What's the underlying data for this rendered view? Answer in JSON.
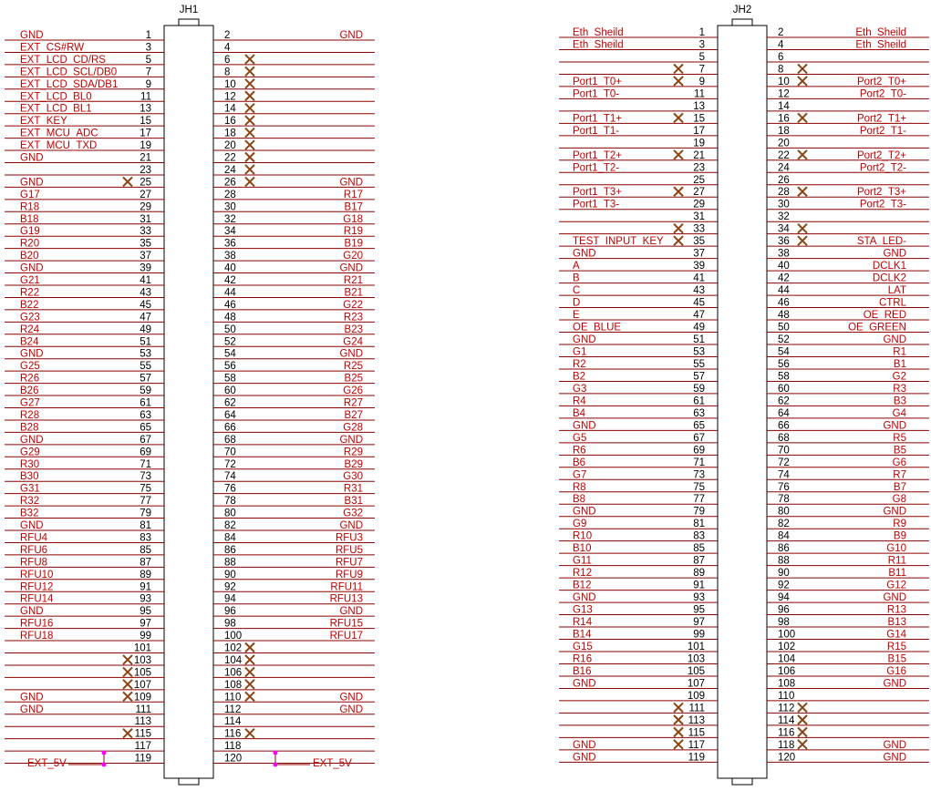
{
  "connectors": [
    {
      "ref": "JH1",
      "left": [
        {
          "pin": "1",
          "net": "GND",
          "netpos": "far"
        },
        {
          "pin": "3",
          "net": "EXT_CS#RW",
          "netpos": "far"
        },
        {
          "pin": "5",
          "net": "EXT_LCD_CD/RS",
          "netpos": "far"
        },
        {
          "pin": "7",
          "net": "EXT_LCD_SCL/DB0",
          "netpos": "far"
        },
        {
          "pin": "9",
          "net": "EXT_LCD_SDA/DB1",
          "netpos": "far"
        },
        {
          "pin": "11",
          "net": "EXT_LCD_BL0",
          "netpos": "far"
        },
        {
          "pin": "13",
          "net": "EXT_LCD_BL1",
          "netpos": "far"
        },
        {
          "pin": "15",
          "net": "EXT_KEY",
          "netpos": "far"
        },
        {
          "pin": "17",
          "net": "EXT_MCU_ADC",
          "netpos": "far"
        },
        {
          "pin": "19",
          "net": "EXT_MCU_TXD",
          "netpos": "far"
        },
        {
          "pin": "21",
          "net": "GND",
          "netpos": "far"
        },
        {
          "pin": "23",
          "net": "",
          "nc": false
        },
        {
          "pin": "25",
          "net": "GND",
          "nc": true
        },
        {
          "pin": "27",
          "net": "G17"
        },
        {
          "pin": "29",
          "net": "R18"
        },
        {
          "pin": "31",
          "net": "B18"
        },
        {
          "pin": "33",
          "net": "G19"
        },
        {
          "pin": "35",
          "net": "R20"
        },
        {
          "pin": "37",
          "net": "B20"
        },
        {
          "pin": "39",
          "net": "GND"
        },
        {
          "pin": "41",
          "net": "G21"
        },
        {
          "pin": "43",
          "net": "R22"
        },
        {
          "pin": "45",
          "net": "B22"
        },
        {
          "pin": "47",
          "net": "G23"
        },
        {
          "pin": "49",
          "net": "R24"
        },
        {
          "pin": "51",
          "net": "B24"
        },
        {
          "pin": "53",
          "net": "GND"
        },
        {
          "pin": "55",
          "net": "G25"
        },
        {
          "pin": "57",
          "net": "R26"
        },
        {
          "pin": "59",
          "net": "B26"
        },
        {
          "pin": "61",
          "net": "G27"
        },
        {
          "pin": "63",
          "net": "R28"
        },
        {
          "pin": "65",
          "net": "B28"
        },
        {
          "pin": "67",
          "net": "GND"
        },
        {
          "pin": "69",
          "net": "G29"
        },
        {
          "pin": "71",
          "net": "R30"
        },
        {
          "pin": "73",
          "net": "B30"
        },
        {
          "pin": "75",
          "net": "G31"
        },
        {
          "pin": "77",
          "net": "R32"
        },
        {
          "pin": "79",
          "net": "B32"
        },
        {
          "pin": "81",
          "net": "GND"
        },
        {
          "pin": "83",
          "net": "RFU4"
        },
        {
          "pin": "85",
          "net": "RFU6"
        },
        {
          "pin": "87",
          "net": "RFU8"
        },
        {
          "pin": "89",
          "net": "RFU10"
        },
        {
          "pin": "91",
          "net": "RFU12"
        },
        {
          "pin": "93",
          "net": "RFU14"
        },
        {
          "pin": "95",
          "net": "GND"
        },
        {
          "pin": "97",
          "net": "RFU16"
        },
        {
          "pin": "99",
          "net": "RFU18"
        },
        {
          "pin": "101",
          "net": ""
        },
        {
          "pin": "103",
          "net": "",
          "nc": true
        },
        {
          "pin": "105",
          "net": "",
          "nc": true
        },
        {
          "pin": "107",
          "net": "",
          "nc": true
        },
        {
          "pin": "109",
          "net": "GND",
          "nc": true
        },
        {
          "pin": "111",
          "net": "GND"
        },
        {
          "pin": "113",
          "net": ""
        },
        {
          "pin": "115",
          "net": "",
          "nc": true
        },
        {
          "pin": "117",
          "net": ""
        },
        {
          "pin": "119",
          "net": ""
        }
      ],
      "right": [
        {
          "pin": "2",
          "net": "GND"
        },
        {
          "pin": "4",
          "net": ""
        },
        {
          "pin": "6",
          "net": "",
          "nc": true
        },
        {
          "pin": "8",
          "net": "",
          "nc": true
        },
        {
          "pin": "10",
          "net": "",
          "nc": true
        },
        {
          "pin": "12",
          "net": "",
          "nc": true
        },
        {
          "pin": "14",
          "net": "",
          "nc": true
        },
        {
          "pin": "16",
          "net": "",
          "nc": true
        },
        {
          "pin": "18",
          "net": "",
          "nc": true
        },
        {
          "pin": "20",
          "net": "",
          "nc": true
        },
        {
          "pin": "22",
          "net": "",
          "nc": true
        },
        {
          "pin": "24",
          "net": "",
          "nc": true
        },
        {
          "pin": "26",
          "net": "GND",
          "nc": true
        },
        {
          "pin": "28",
          "net": "R17"
        },
        {
          "pin": "30",
          "net": "B17"
        },
        {
          "pin": "32",
          "net": "G18"
        },
        {
          "pin": "34",
          "net": "R19"
        },
        {
          "pin": "36",
          "net": "B19"
        },
        {
          "pin": "38",
          "net": "G20"
        },
        {
          "pin": "40",
          "net": "GND"
        },
        {
          "pin": "42",
          "net": "R21"
        },
        {
          "pin": "44",
          "net": "B21"
        },
        {
          "pin": "46",
          "net": "G22"
        },
        {
          "pin": "48",
          "net": "R23"
        },
        {
          "pin": "50",
          "net": "B23"
        },
        {
          "pin": "52",
          "net": "G24"
        },
        {
          "pin": "54",
          "net": "GND"
        },
        {
          "pin": "56",
          "net": "R25"
        },
        {
          "pin": "58",
          "net": "B25"
        },
        {
          "pin": "60",
          "net": "G26"
        },
        {
          "pin": "62",
          "net": "R27"
        },
        {
          "pin": "64",
          "net": "B27"
        },
        {
          "pin": "66",
          "net": "G28"
        },
        {
          "pin": "68",
          "net": "GND"
        },
        {
          "pin": "70",
          "net": "R29"
        },
        {
          "pin": "72",
          "net": "B29"
        },
        {
          "pin": "74",
          "net": "G30"
        },
        {
          "pin": "76",
          "net": "R31"
        },
        {
          "pin": "78",
          "net": "B31"
        },
        {
          "pin": "80",
          "net": "G32"
        },
        {
          "pin": "82",
          "net": "GND"
        },
        {
          "pin": "84",
          "net": "RFU3"
        },
        {
          "pin": "86",
          "net": "RFU5"
        },
        {
          "pin": "88",
          "net": "RFU7"
        },
        {
          "pin": "90",
          "net": "RFU9"
        },
        {
          "pin": "92",
          "net": "RFU11"
        },
        {
          "pin": "94",
          "net": "RFU13"
        },
        {
          "pin": "96",
          "net": "GND"
        },
        {
          "pin": "98",
          "net": "RFU15"
        },
        {
          "pin": "100",
          "net": "RFU17"
        },
        {
          "pin": "102",
          "net": "",
          "nc": true
        },
        {
          "pin": "104",
          "net": "",
          "nc": true
        },
        {
          "pin": "106",
          "net": "",
          "nc": true
        },
        {
          "pin": "108",
          "net": "",
          "nc": true
        },
        {
          "pin": "110",
          "net": "GND",
          "nc": true
        },
        {
          "pin": "112",
          "net": "GND"
        },
        {
          "pin": "114",
          "net": ""
        },
        {
          "pin": "116",
          "net": "",
          "nc": true
        },
        {
          "pin": "118",
          "net": ""
        },
        {
          "pin": "120",
          "net": ""
        }
      ],
      "power_label_left": "EXT_5V",
      "power_label_right": "EXT_5V"
    },
    {
      "ref": "JH2",
      "left": [
        {
          "pin": "1",
          "net": "Eth_Sheild"
        },
        {
          "pin": "3",
          "net": "Eth_Sheild"
        },
        {
          "pin": "5",
          "net": ""
        },
        {
          "pin": "7",
          "net": "",
          "nc": true
        },
        {
          "pin": "9",
          "net": "Port1_T0+",
          "nc": true
        },
        {
          "pin": "11",
          "net": "Port1_T0-"
        },
        {
          "pin": "13",
          "net": ""
        },
        {
          "pin": "15",
          "net": "Port1_T1+",
          "nc": true
        },
        {
          "pin": "17",
          "net": "Port1_T1-"
        },
        {
          "pin": "19",
          "net": ""
        },
        {
          "pin": "21",
          "net": "Port1_T2+",
          "nc": true
        },
        {
          "pin": "23",
          "net": "Port1_T2-"
        },
        {
          "pin": "25",
          "net": ""
        },
        {
          "pin": "27",
          "net": "Port1_T3+",
          "nc": true
        },
        {
          "pin": "29",
          "net": "Port1_T3-"
        },
        {
          "pin": "31",
          "net": ""
        },
        {
          "pin": "33",
          "net": "",
          "nc": true
        },
        {
          "pin": "35",
          "net": "TEST_INPUT_KEY",
          "nc": true
        },
        {
          "pin": "37",
          "net": "GND"
        },
        {
          "pin": "39",
          "net": "A"
        },
        {
          "pin": "41",
          "net": "B"
        },
        {
          "pin": "43",
          "net": "C"
        },
        {
          "pin": "45",
          "net": "D"
        },
        {
          "pin": "47",
          "net": "E"
        },
        {
          "pin": "49",
          "net": "OE_BLUE"
        },
        {
          "pin": "51",
          "net": "GND"
        },
        {
          "pin": "53",
          "net": "G1"
        },
        {
          "pin": "55",
          "net": "R2"
        },
        {
          "pin": "57",
          "net": "B2"
        },
        {
          "pin": "59",
          "net": "G3"
        },
        {
          "pin": "61",
          "net": "R4"
        },
        {
          "pin": "63",
          "net": "B4"
        },
        {
          "pin": "65",
          "net": "GND"
        },
        {
          "pin": "67",
          "net": "G5"
        },
        {
          "pin": "69",
          "net": "R6"
        },
        {
          "pin": "71",
          "net": "B6"
        },
        {
          "pin": "73",
          "net": "G7"
        },
        {
          "pin": "75",
          "net": "R8"
        },
        {
          "pin": "77",
          "net": "B8"
        },
        {
          "pin": "79",
          "net": "GND"
        },
        {
          "pin": "81",
          "net": "G9"
        },
        {
          "pin": "83",
          "net": "R10"
        },
        {
          "pin": "85",
          "net": "B10"
        },
        {
          "pin": "87",
          "net": "G11"
        },
        {
          "pin": "89",
          "net": "R12"
        },
        {
          "pin": "91",
          "net": "B12"
        },
        {
          "pin": "93",
          "net": "GND"
        },
        {
          "pin": "95",
          "net": "G13"
        },
        {
          "pin": "97",
          "net": "R14"
        },
        {
          "pin": "99",
          "net": "B14"
        },
        {
          "pin": "101",
          "net": "G15"
        },
        {
          "pin": "103",
          "net": "R16"
        },
        {
          "pin": "105",
          "net": "B16"
        },
        {
          "pin": "107",
          "net": "GND"
        },
        {
          "pin": "109",
          "net": ""
        },
        {
          "pin": "111",
          "net": "",
          "nc": true
        },
        {
          "pin": "113",
          "net": "",
          "nc": true
        },
        {
          "pin": "115",
          "net": "",
          "nc": true
        },
        {
          "pin": "117",
          "net": "GND",
          "nc": true
        },
        {
          "pin": "119",
          "net": "GND"
        }
      ],
      "right": [
        {
          "pin": "2",
          "net": "Eth_Sheild"
        },
        {
          "pin": "4",
          "net": "Eth_Sheild"
        },
        {
          "pin": "6",
          "net": ""
        },
        {
          "pin": "8",
          "net": "",
          "nc": true
        },
        {
          "pin": "10",
          "net": "Port2_T0+",
          "nc": true
        },
        {
          "pin": "12",
          "net": "Port2_T0-"
        },
        {
          "pin": "14",
          "net": ""
        },
        {
          "pin": "16",
          "net": "Port2_T1+",
          "nc": true
        },
        {
          "pin": "18",
          "net": "Port2_T1-"
        },
        {
          "pin": "20",
          "net": ""
        },
        {
          "pin": "22",
          "net": "Port2_T2+",
          "nc": true
        },
        {
          "pin": "24",
          "net": "Port2_T2-"
        },
        {
          "pin": "26",
          "net": ""
        },
        {
          "pin": "28",
          "net": "Port2_T3+",
          "nc": true
        },
        {
          "pin": "30",
          "net": "Port2_T3-"
        },
        {
          "pin": "32",
          "net": ""
        },
        {
          "pin": "34",
          "net": "",
          "nc": true
        },
        {
          "pin": "36",
          "net": "STA_LED-",
          "nc": true
        },
        {
          "pin": "38",
          "net": "GND"
        },
        {
          "pin": "40",
          "net": "DCLK1"
        },
        {
          "pin": "42",
          "net": "DCLK2"
        },
        {
          "pin": "44",
          "net": "LAT"
        },
        {
          "pin": "46",
          "net": "CTRL"
        },
        {
          "pin": "48",
          "net": "OE_RED"
        },
        {
          "pin": "50",
          "net": "OE_GREEN"
        },
        {
          "pin": "52",
          "net": "GND"
        },
        {
          "pin": "54",
          "net": "R1"
        },
        {
          "pin": "56",
          "net": "B1"
        },
        {
          "pin": "58",
          "net": "G2"
        },
        {
          "pin": "60",
          "net": "R3"
        },
        {
          "pin": "62",
          "net": "B3"
        },
        {
          "pin": "64",
          "net": "G4"
        },
        {
          "pin": "66",
          "net": "GND"
        },
        {
          "pin": "68",
          "net": "R5"
        },
        {
          "pin": "70",
          "net": "B5"
        },
        {
          "pin": "72",
          "net": "G6"
        },
        {
          "pin": "74",
          "net": "R7"
        },
        {
          "pin": "76",
          "net": "B7"
        },
        {
          "pin": "78",
          "net": "G8"
        },
        {
          "pin": "80",
          "net": "GND"
        },
        {
          "pin": "82",
          "net": "R9"
        },
        {
          "pin": "84",
          "net": "B9"
        },
        {
          "pin": "86",
          "net": "G10"
        },
        {
          "pin": "88",
          "net": "R11"
        },
        {
          "pin": "90",
          "net": "B11"
        },
        {
          "pin": "92",
          "net": "G12"
        },
        {
          "pin": "94",
          "net": "GND"
        },
        {
          "pin": "96",
          "net": "R13"
        },
        {
          "pin": "98",
          "net": "B13"
        },
        {
          "pin": "100",
          "net": "G14"
        },
        {
          "pin": "102",
          "net": "R15"
        },
        {
          "pin": "104",
          "net": "B15"
        },
        {
          "pin": "106",
          "net": "G16"
        },
        {
          "pin": "108",
          "net": "GND"
        },
        {
          "pin": "110",
          "net": ""
        },
        {
          "pin": "112",
          "net": "",
          "nc": true
        },
        {
          "pin": "114",
          "net": "",
          "nc": true
        },
        {
          "pin": "116",
          "net": "",
          "nc": true
        },
        {
          "pin": "118",
          "net": "GND",
          "nc": true
        },
        {
          "pin": "120",
          "net": "GND"
        }
      ]
    }
  ],
  "colors": {
    "net_text": "#c00000",
    "wire": "#8b0000",
    "no_connect": "#8b4513",
    "junction": "#ff00ff"
  }
}
